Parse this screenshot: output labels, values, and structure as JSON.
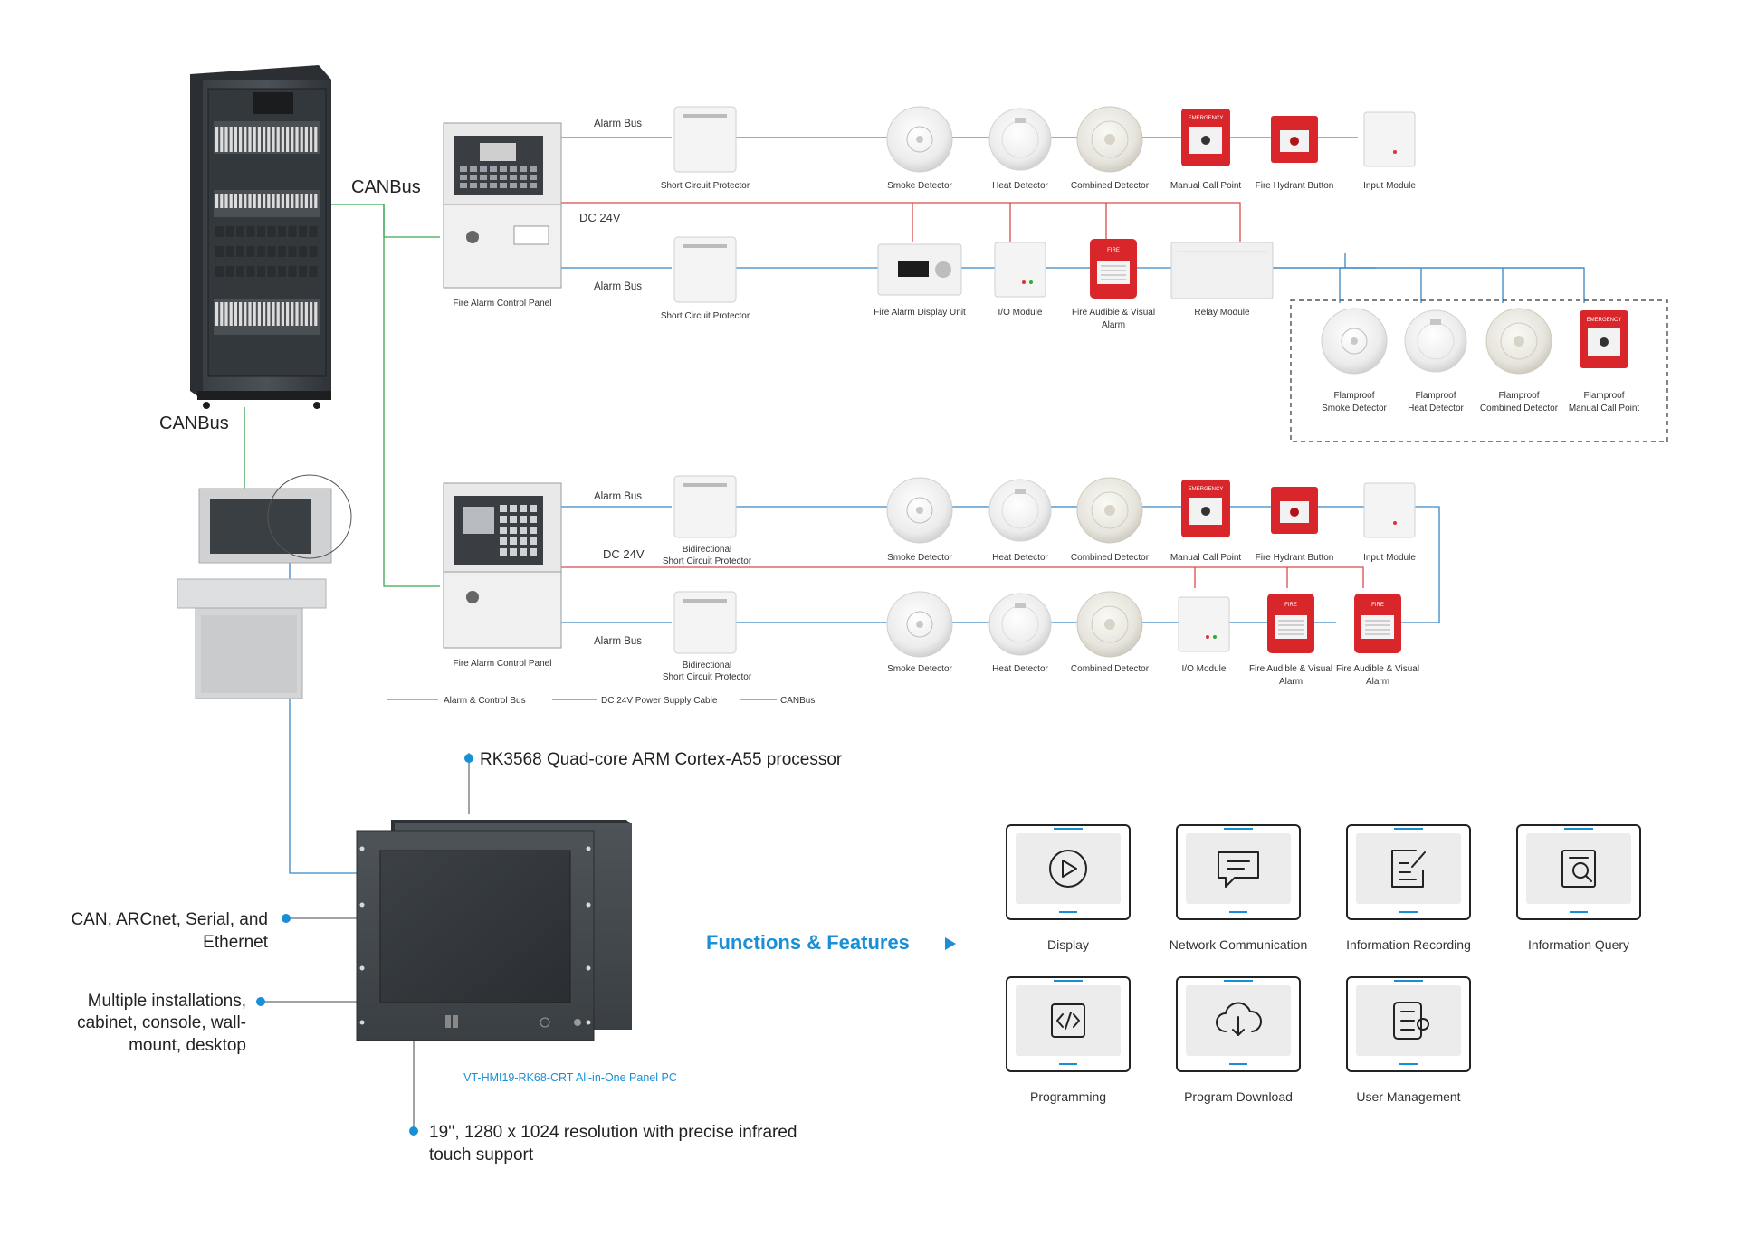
{
  "canbus_labels": {
    "top": "CANBus",
    "left": "CANBus"
  },
  "panel1": {
    "label": "Fire Alarm Control Panel",
    "bus1": "Alarm  Bus",
    "dc": "DC 24V",
    "bus2": "Alarm  Bus",
    "protector1": "Short Circuit Protector",
    "protector2": "Short Circuit Protector",
    "row1": [
      "Smoke Detector",
      "Heat Detector",
      "Combined Detector",
      "Manual Call Point",
      "Fire Hydrant Button",
      "Input Module"
    ],
    "row2": [
      {
        "l1": "Fire Alarm Display Unit",
        "l2": ""
      },
      {
        "l1": "I/O Module",
        "l2": ""
      },
      {
        "l1": "Fire Audible & Visual",
        "l2": "Alarm"
      },
      {
        "l1": "Relay Module",
        "l2": ""
      }
    ],
    "flameproof": [
      {
        "l1": "Flamproof",
        "l2": "Smoke Detector"
      },
      {
        "l1": "Flamproof",
        "l2": "Heat Detector"
      },
      {
        "l1": "Flamproof",
        "l2": "Combined Detector"
      },
      {
        "l1": "Flamproof",
        "l2": "Manual Call Point"
      }
    ]
  },
  "panel2": {
    "label": "Fire Alarm Control Panel",
    "bus1": "Alarm  Bus",
    "dc": "DC 24V",
    "bus2": "Alarm  Bus",
    "protector1": {
      "l1": "Bidirectional",
      "l2": "Short Circuit Protector"
    },
    "protector2": {
      "l1": "Bidirectional",
      "l2": "Short Circuit Protector"
    },
    "row1": [
      "Smoke Detector",
      "Heat Detector",
      "Combined Detector",
      "Manual Call Point",
      "Fire Hydrant Button",
      "Input Module"
    ],
    "row2": [
      {
        "l1": "Smoke Detector",
        "l2": ""
      },
      {
        "l1": "Heat Detector",
        "l2": ""
      },
      {
        "l1": "Combined Detector",
        "l2": ""
      },
      {
        "l1": "I/O Module",
        "l2": ""
      },
      {
        "l1": "Fire Audible & Visual",
        "l2": "Alarm"
      },
      {
        "l1": "Fire Audible & Visual",
        "l2": "Alarm"
      }
    ]
  },
  "legend": [
    {
      "label": "Alarm & Control Bus",
      "color": "#3aa655"
    },
    {
      "label": "DC 24V Power Supply Cable",
      "color": "#d94a4a"
    },
    {
      "label": "CANBus",
      "color": "#3b86c4"
    }
  ],
  "device_text": {
    "emergency": "EMERGENCY",
    "fire": "FIRE"
  },
  "panel_pc": {
    "name": "VT-HMI19-RK68-CRT All-in-One Panel PC",
    "processor": "RK3568 Quad-core ARM Cortex-A55 processor",
    "interfaces": [
      "CAN, ARCnet, Serial, and",
      "Ethernet"
    ],
    "installation": [
      "Multiple installations,",
      "cabinet, console, wall-",
      "mount, desktop"
    ],
    "display": [
      "19'', 1280 x 1024 resolution with precise infrared",
      "touch support"
    ]
  },
  "features": {
    "title": "Functions & Features",
    "items": [
      {
        "label": "Display",
        "icon": "play-icon"
      },
      {
        "label": "Network Communication",
        "icon": "chat-icon"
      },
      {
        "label": "Information Recording",
        "icon": "edit-document-icon"
      },
      {
        "label": "Information Query",
        "icon": "search-document-icon"
      },
      {
        "label": "Programming",
        "icon": "code-icon"
      },
      {
        "label": "Program Download",
        "icon": "cloud-download-icon"
      },
      {
        "label": "User Management",
        "icon": "user-list-icon"
      }
    ]
  },
  "colors": {
    "green": "#3aa655",
    "red": "#d94a4a",
    "blue": "#3b86c4",
    "accent": "#1a8fd6"
  }
}
